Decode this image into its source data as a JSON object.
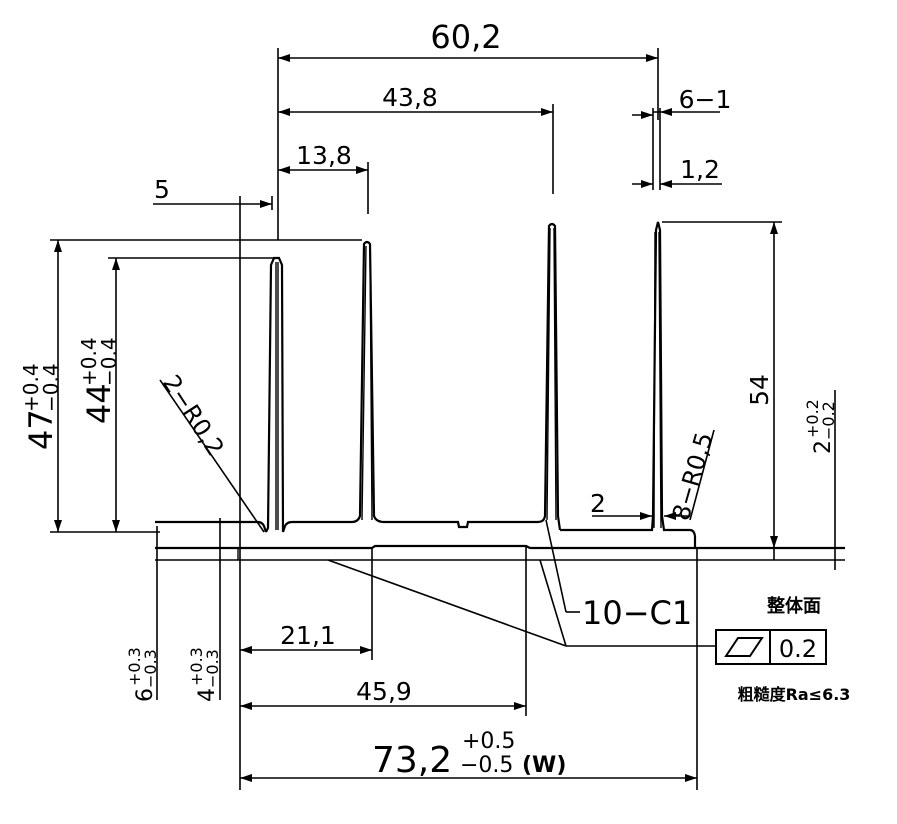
{
  "drawing": {
    "line_color": "#000000",
    "background": "#ffffff",
    "dimensions": {
      "top_width": "60,2",
      "inner_width": "43,8",
      "fin_gap": "13,8",
      "left_offset": "5",
      "fin_count_thickness": "6−1",
      "fin_tip": "1,2",
      "height_54": "54",
      "slot_width": "2",
      "corner_radius_small": "2−R0,2",
      "corner_radius_large": "8−R0,5",
      "chamfer": "10−C1",
      "step_left": "21,1",
      "step_right": "45,9",
      "overall_width": "73,2",
      "overall_tol_plus": "+0.5",
      "overall_tol_minus": "−0.5",
      "overall_suffix": "(W)",
      "height_47": "47",
      "h47_tol_plus": "+0.4",
      "h47_tol_minus": "−0.4",
      "height_44": "44",
      "h44_tol_plus": "+0.4",
      "h44_tol_minus": "−0.4",
      "base_6": "6",
      "b6_tol_plus": "+0.3",
      "b6_tol_minus": "−0.3",
      "base_4": "4",
      "b4_tol_plus": "+0.3",
      "b4_tol_minus": "−0.3",
      "step_2": "2",
      "s2_tol_plus": "+0.2",
      "s2_tol_minus": "−0.2"
    },
    "flatness_box": {
      "label": "整体面",
      "symbol": "flatness-parallelogram",
      "value": "0.2"
    },
    "roughness_note": "粗糙度Ra≤6.3"
  }
}
